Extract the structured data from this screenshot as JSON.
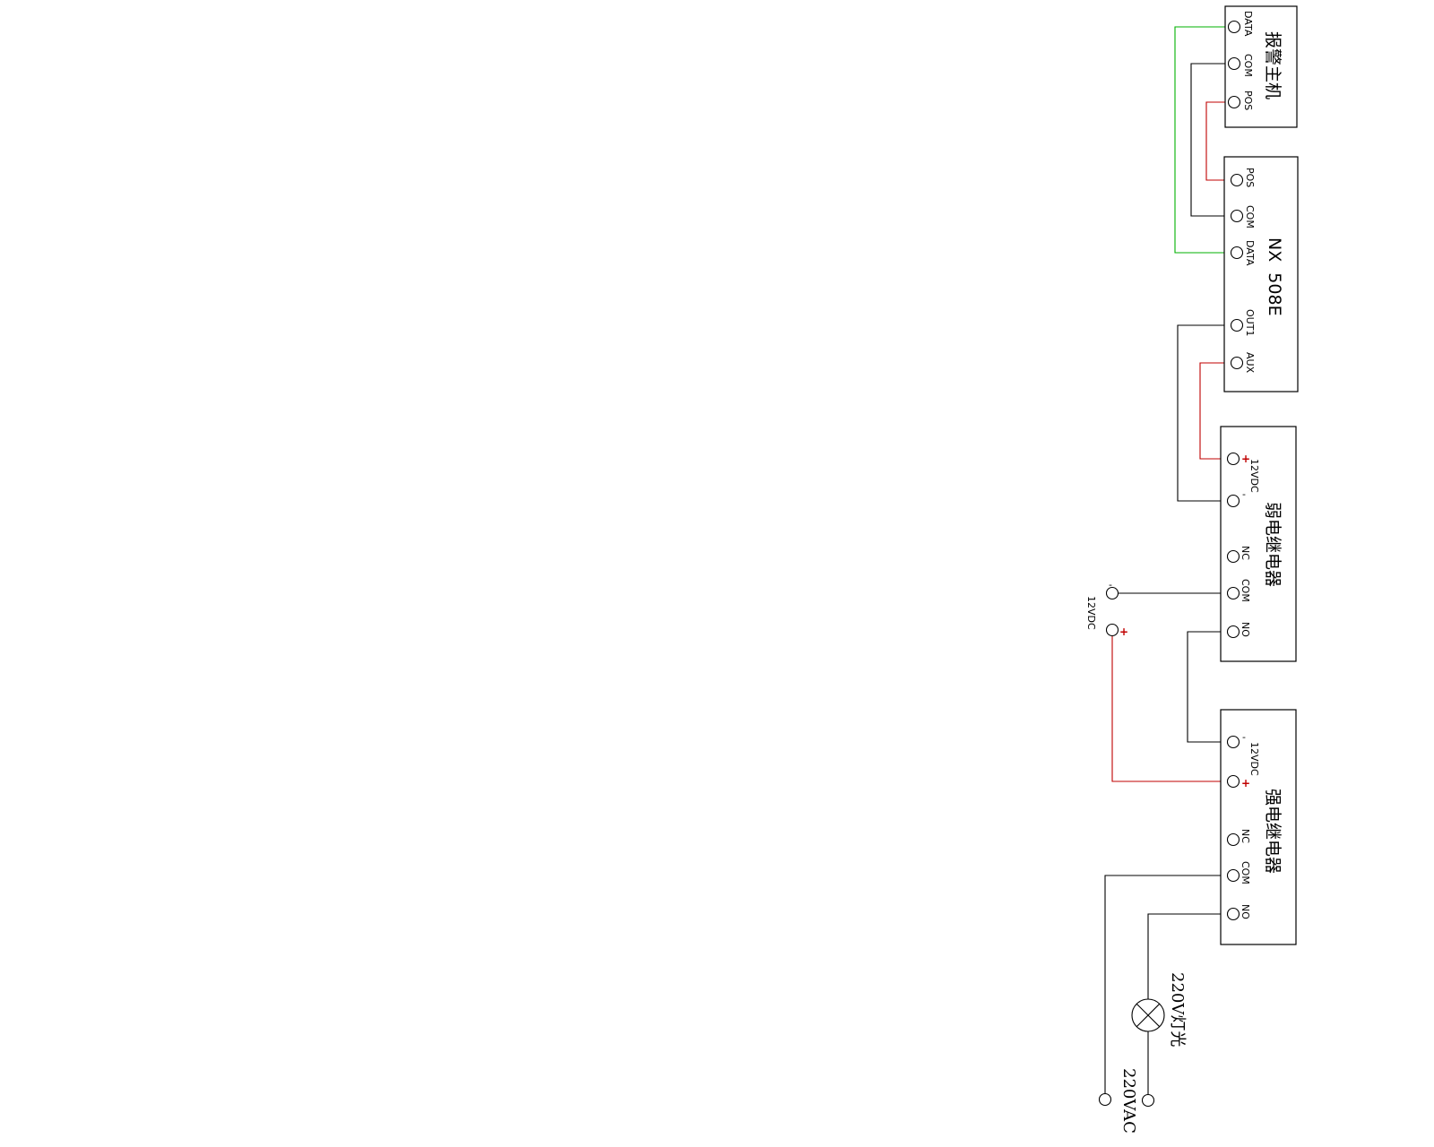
{
  "colors": {
    "line": "#000000",
    "positive_wire": "#c00000",
    "data_wire": "#00b000",
    "background": "#ffffff"
  },
  "alarm_host": {
    "title": "报警主机",
    "terminals": {
      "data": "DATA",
      "com": "COM",
      "pos": "POS"
    }
  },
  "nx_module": {
    "title": "NX  508E",
    "terminals": {
      "pos": "POS",
      "com": "COM",
      "data": "DATA",
      "out1": "OUT1",
      "aux": "AUX"
    }
  },
  "weak_relay": {
    "title": "弱电继电器",
    "supply_label": "12VDC",
    "plus_sign": "+",
    "minus_sign": "-",
    "terminals": {
      "nc": "NC",
      "com": "COM",
      "no": "NO"
    }
  },
  "strong_relay": {
    "title": "强电继电器",
    "supply_label": "12VDC",
    "plus_sign": "+",
    "minus_sign": "-",
    "terminals": {
      "nc": "NC",
      "com": "COM",
      "no": "NO"
    }
  },
  "external_supply": {
    "label": "12VDC",
    "plus_sign": "+",
    "minus_sign": "-"
  },
  "lamp": {
    "label": "220V灯光"
  },
  "mains": {
    "label": "220VAC"
  }
}
